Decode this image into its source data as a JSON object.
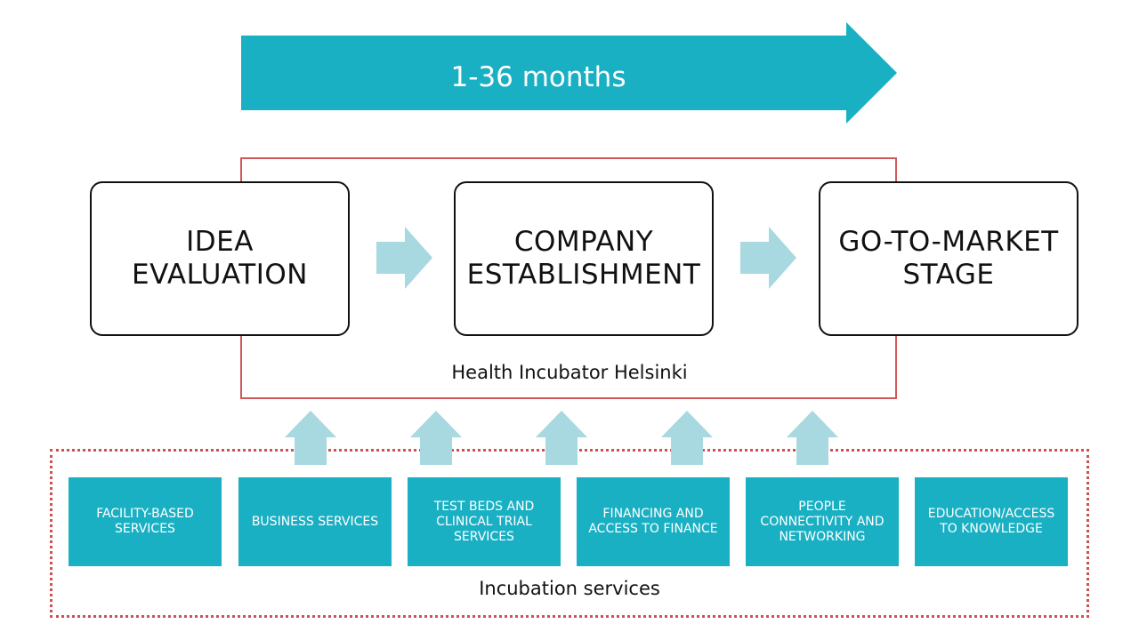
{
  "timeline": {
    "label": "1-36 months"
  },
  "incubator": {
    "label": "Health Incubator Helsinki"
  },
  "stages": [
    {
      "label": "IDEA\nEVALUATION"
    },
    {
      "label": "COMPANY\nESTABLISHMENT"
    },
    {
      "label": "GO-TO-MARKET\nSTAGE"
    }
  ],
  "services": {
    "label": "Incubation services",
    "items": [
      {
        "label": "FACILITY-BASED\nSERVICES"
      },
      {
        "label": "BUSINESS SERVICES"
      },
      {
        "label": "TEST BEDS AND\nCLINICAL TRIAL\nSERVICES"
      },
      {
        "label": "FINANCING AND\nACCESS TO FINANCE"
      },
      {
        "label": "PEOPLE\nCONNECTIVITY AND\nNETWORKING"
      },
      {
        "label": "EDUCATION/ACCESS\nTO KNOWLEDGE"
      }
    ]
  },
  "colors": {
    "accent": "#1ab0c3",
    "light_arrow": "#a8d8e0",
    "frame_red": "#d05858",
    "text": "#111111"
  }
}
